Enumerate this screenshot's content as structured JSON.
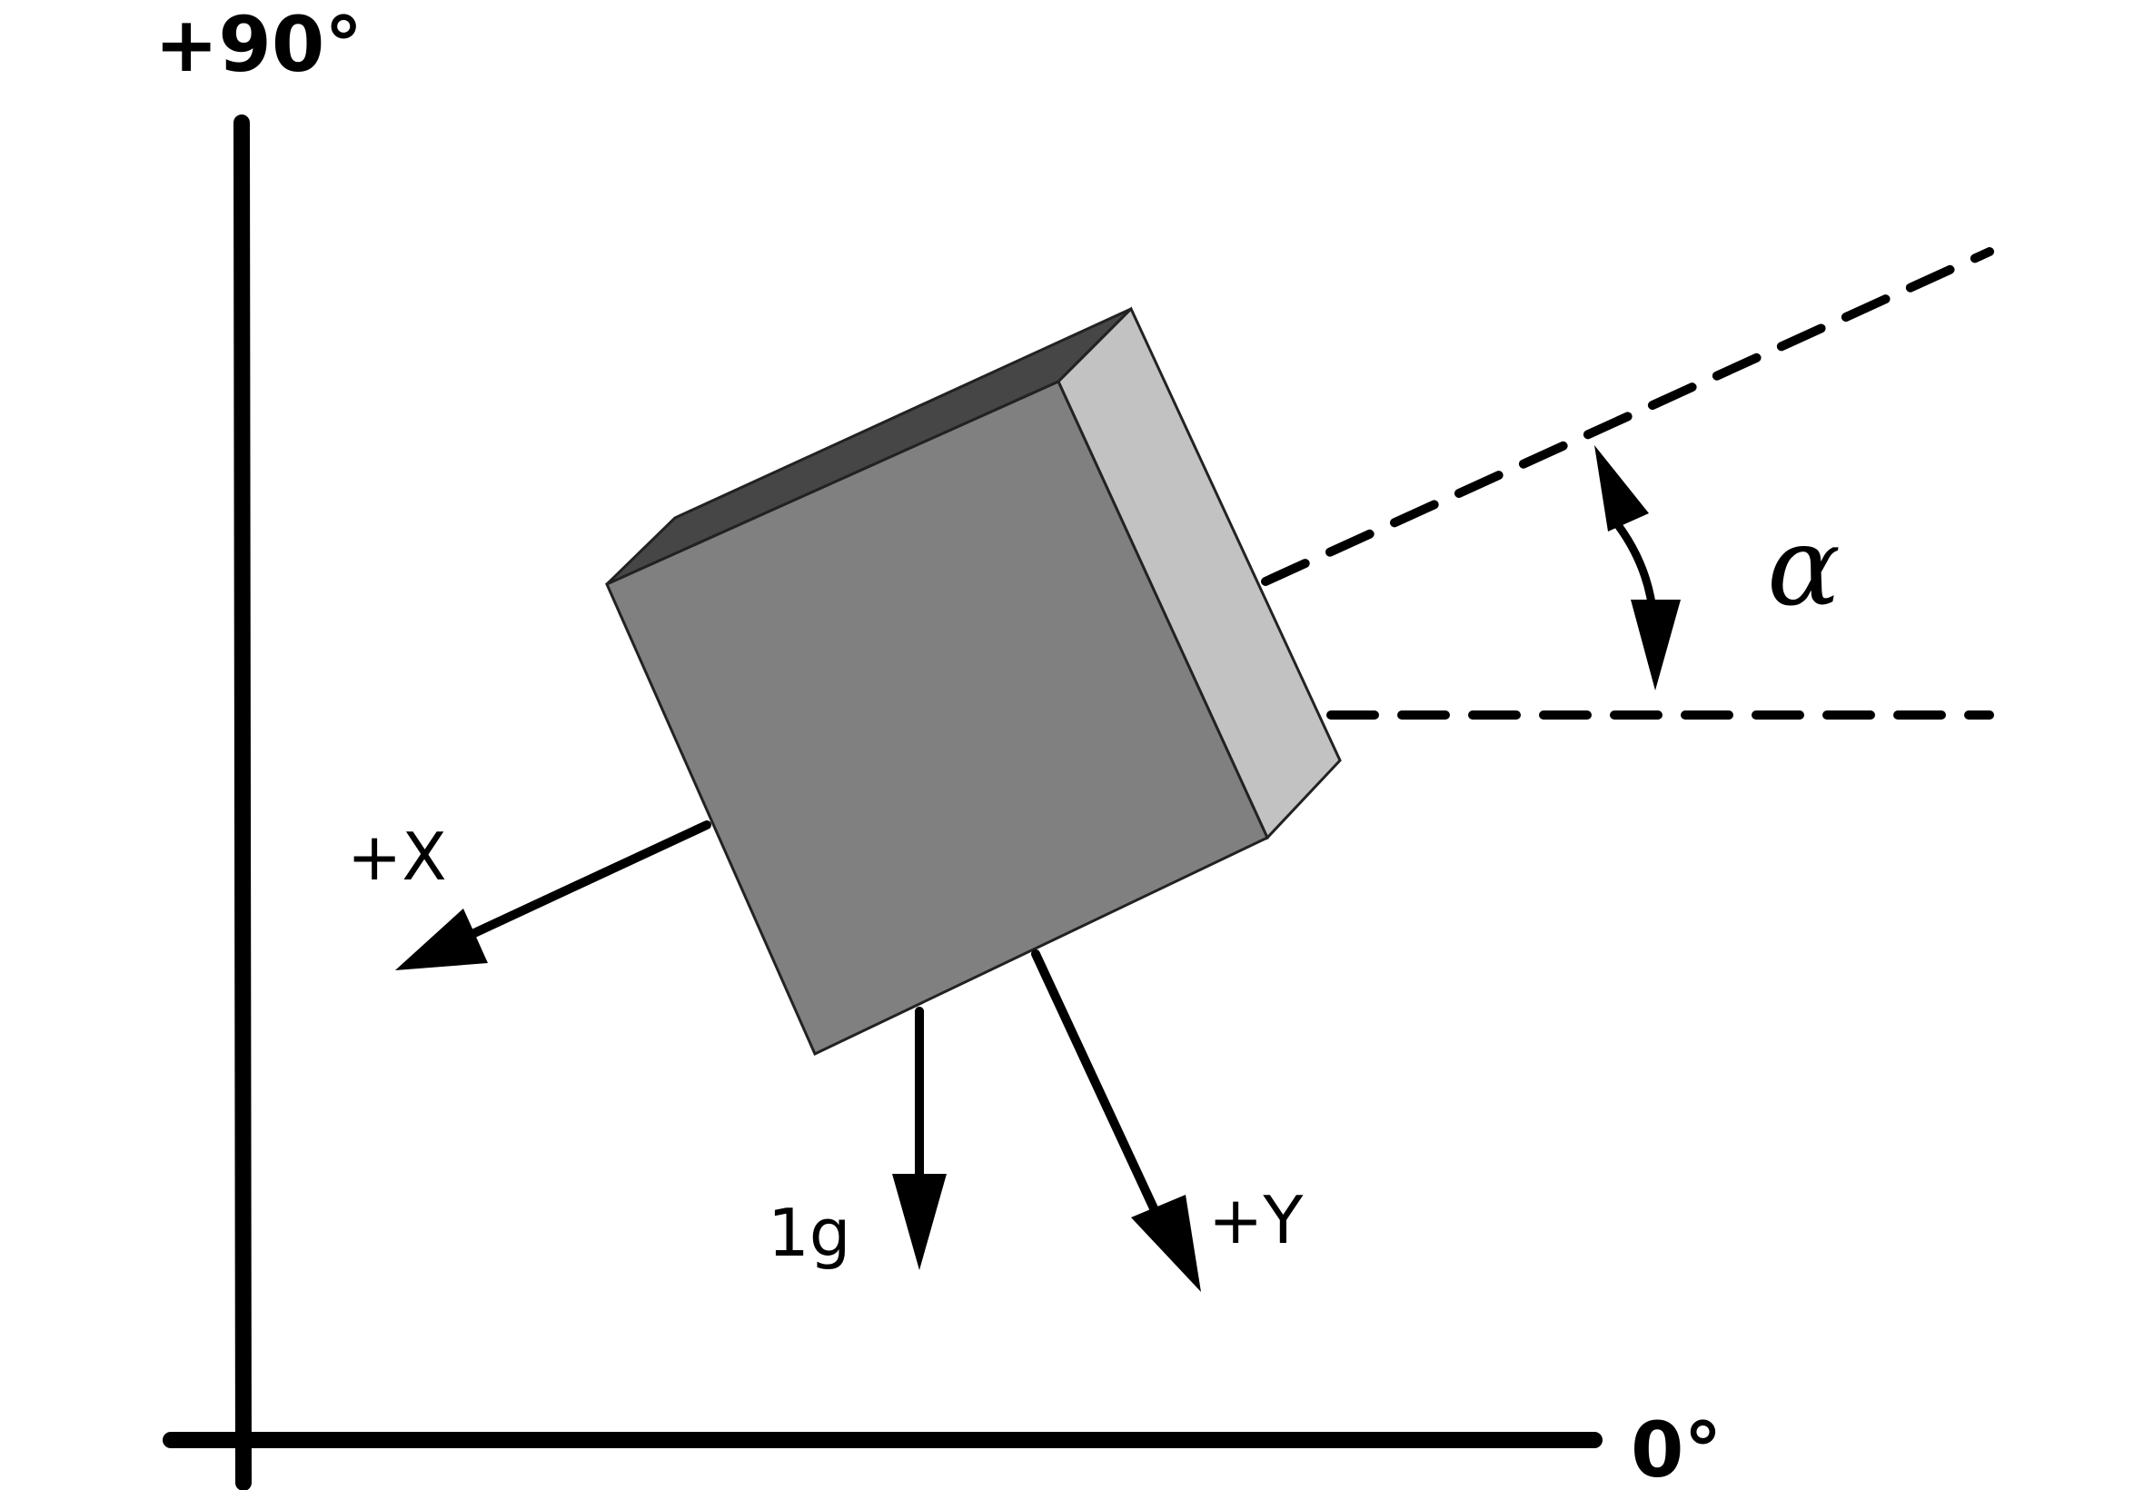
{
  "labels": {
    "vertical_axis": "+90°",
    "horizontal_axis": "0°",
    "x_axis": "+X",
    "y_axis": "+Y",
    "gravity": "1g",
    "angle": "α"
  },
  "colors": {
    "ink": "#000000",
    "cube_front": "#808080",
    "cube_top": "#464646",
    "cube_side": "#c2c2c2",
    "background": "#ffffff"
  }
}
